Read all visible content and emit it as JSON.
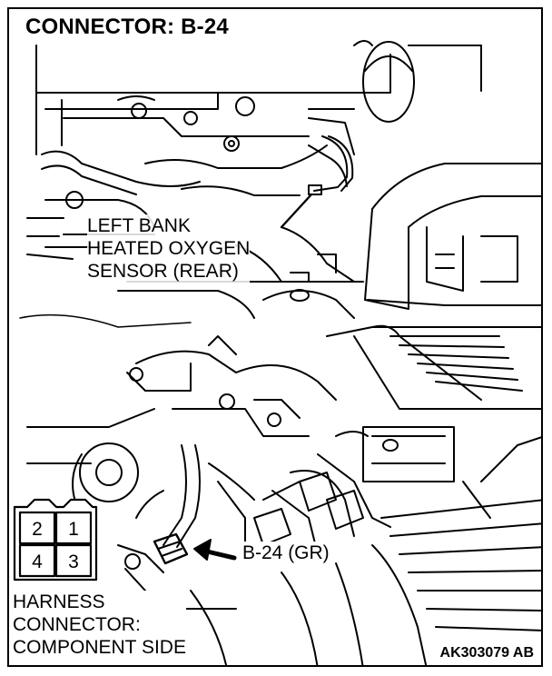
{
  "title": "CONNECTOR: B-24",
  "sensor_label": [
    "LEFT BANK",
    "HEATED OXYGEN",
    "SENSOR (REAR)"
  ],
  "connector_ref": "B-24 (GR)",
  "harness_label": [
    "HARNESS",
    "CONNECTOR:",
    "COMPONENT SIDE"
  ],
  "pins": [
    "2",
    "1",
    "4",
    "3"
  ],
  "figure_code": "AK303079 AB"
}
